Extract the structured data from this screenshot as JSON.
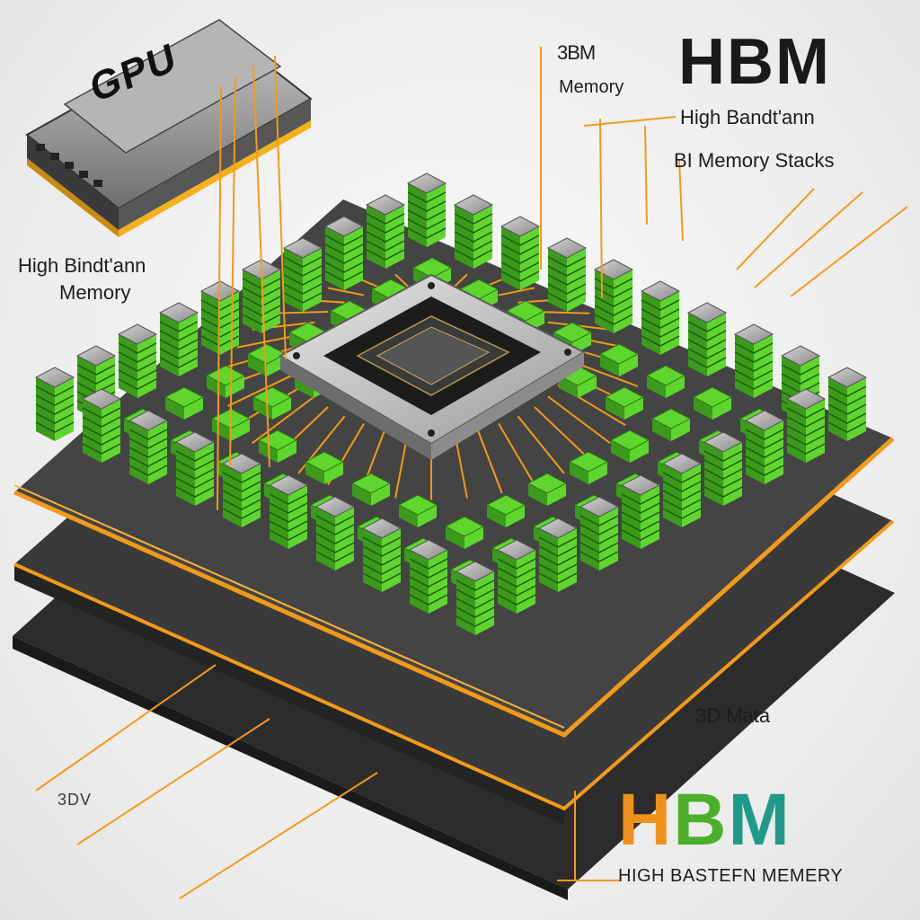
{
  "gpu_card": {
    "label": "GPU"
  },
  "labels": {
    "top_small_code": "3BM",
    "top_memory": "Memory",
    "title": "HBM",
    "high_bandwidth_top": "High Bandt'ann",
    "memory_stacks": "BI Memory Stacks",
    "high_bandwidth_left": "High Bindt'ann",
    "memory_left": "Memory",
    "right_3d": "3D Mata",
    "left_3d": "3DV",
    "brand_h": "H",
    "brand_b": "B",
    "brand_m": "M",
    "footer": "HIGH BASTEFN MEMERY"
  },
  "colors": {
    "hbm_green": "#5fd62e",
    "heatspreader_gray": "#8f8f8f",
    "interposer_orange": "#f39a1a",
    "substrate_dark": "#2e2e2e",
    "brand_orange": "#f0901a",
    "brand_green": "#4caf2a",
    "brand_teal": "#1f9a8a"
  },
  "icons": [
    "gpu-card-icon",
    "processor-die-icon",
    "memory-stack-icon"
  ]
}
